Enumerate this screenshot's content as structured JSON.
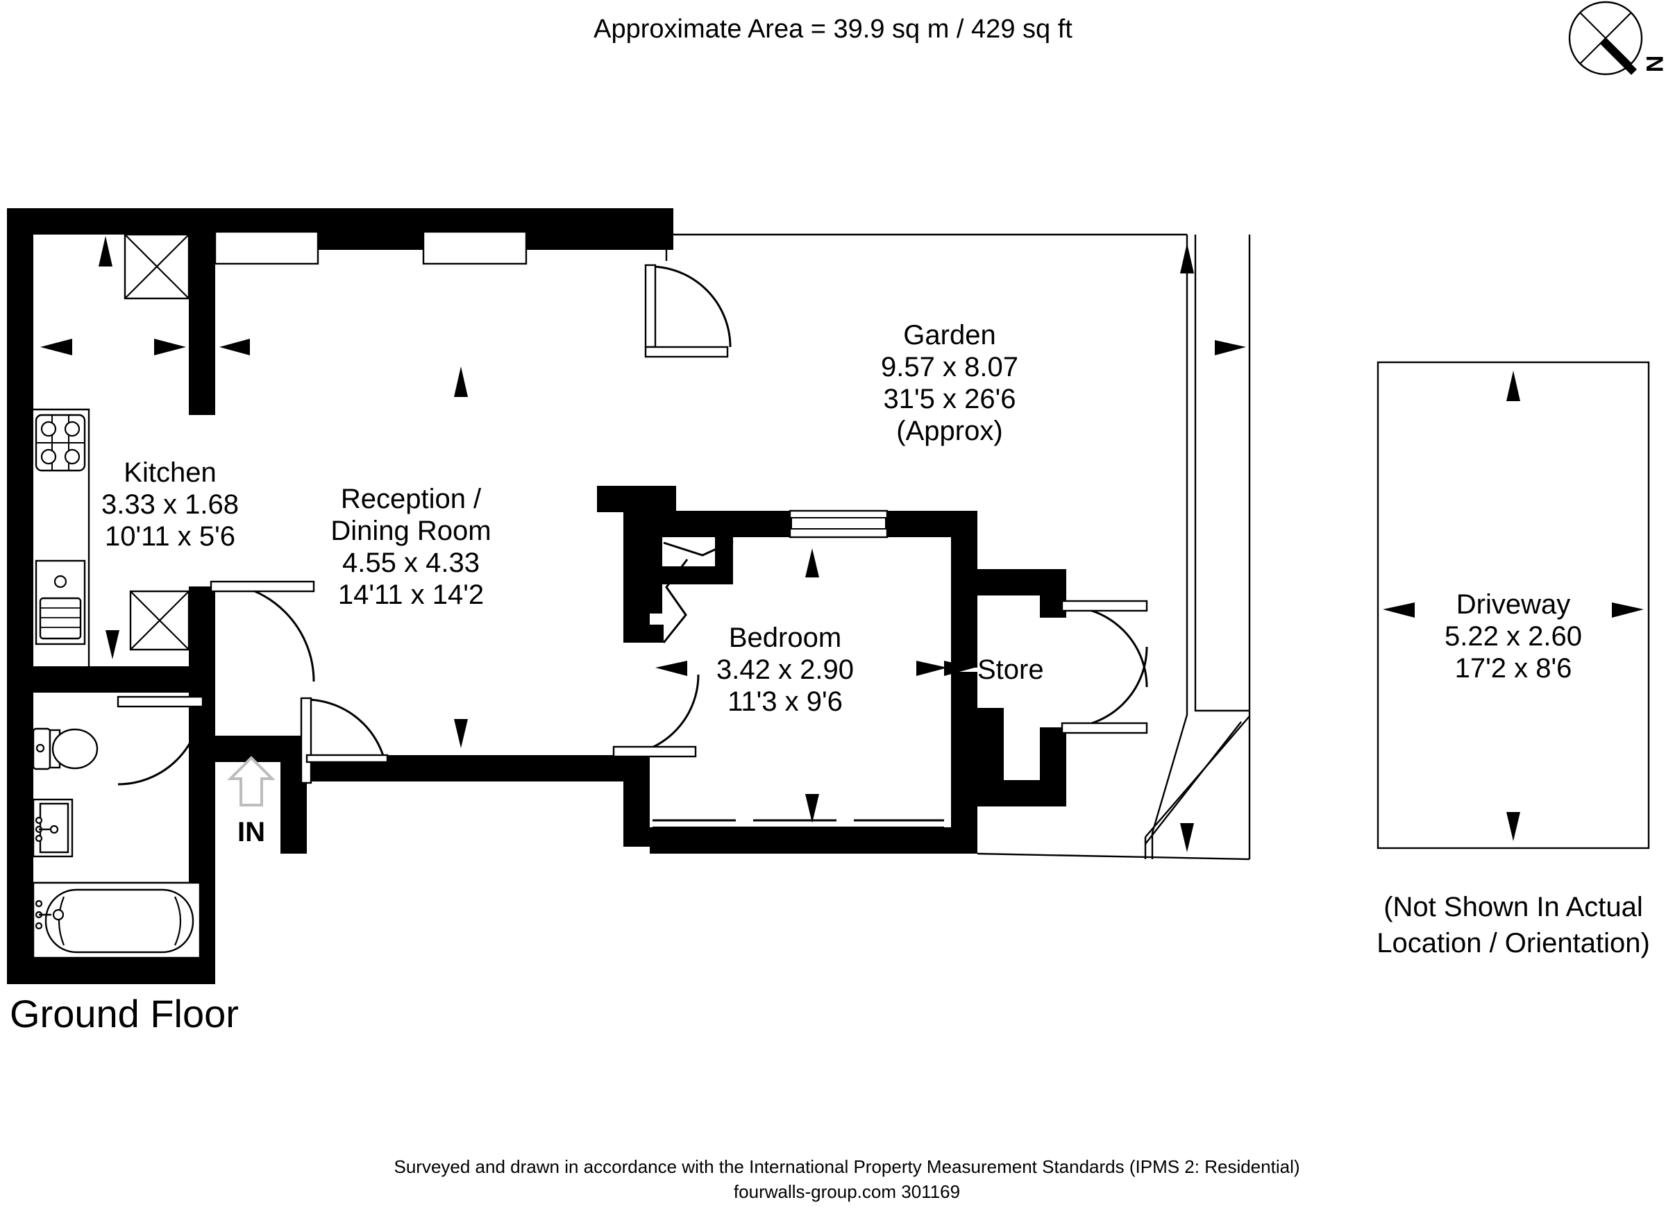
{
  "header": {
    "area_title": "Approximate  Area = 39.9 sq m / 429 sq ft"
  },
  "compass": {
    "north_label": "N",
    "icon": "compass-rose-icon"
  },
  "floor": {
    "label": "Ground Floor"
  },
  "entry": {
    "label": "IN",
    "icon": "up-arrow-icon"
  },
  "rooms": [
    {
      "key": "kitchen",
      "name": "Kitchen",
      "metric": "3.33 x 1.68",
      "imperial": "10'11 x 5'6",
      "approx": ""
    },
    {
      "key": "reception",
      "name_line1": "Reception /",
      "name_line2": "Dining Room",
      "metric": "4.55 x 4.33",
      "imperial": "14'11 x 14'2",
      "approx": ""
    },
    {
      "key": "garden",
      "name": "Garden",
      "metric": "9.57 x 8.07",
      "imperial": "31'5 x 26'6",
      "approx": "(Approx)"
    },
    {
      "key": "bedroom",
      "name": "Bedroom",
      "metric": "3.42 x 2.90",
      "imperial": "11'3 x 9'6",
      "approx": ""
    },
    {
      "key": "store",
      "name": "Store",
      "metric": "",
      "imperial": "",
      "approx": ""
    },
    {
      "key": "driveway",
      "name": "Driveway",
      "metric": "5.22 x 2.60",
      "imperial": "17'2 x 8'6",
      "approx": ""
    }
  ],
  "driveway_note": {
    "line1": "(Not Shown In Actual",
    "line2": "Location / Orientation)"
  },
  "footer": {
    "line1": "Surveyed and drawn in accordance with the International Property Measurement Standards (IPMS 2: Residential)",
    "line2": "fourwalls-group.com 301169"
  },
  "colors": {
    "wall": "#000000",
    "background": "#ffffff",
    "thin_line": "#000000",
    "in_arrow": "#bdbdbd"
  }
}
